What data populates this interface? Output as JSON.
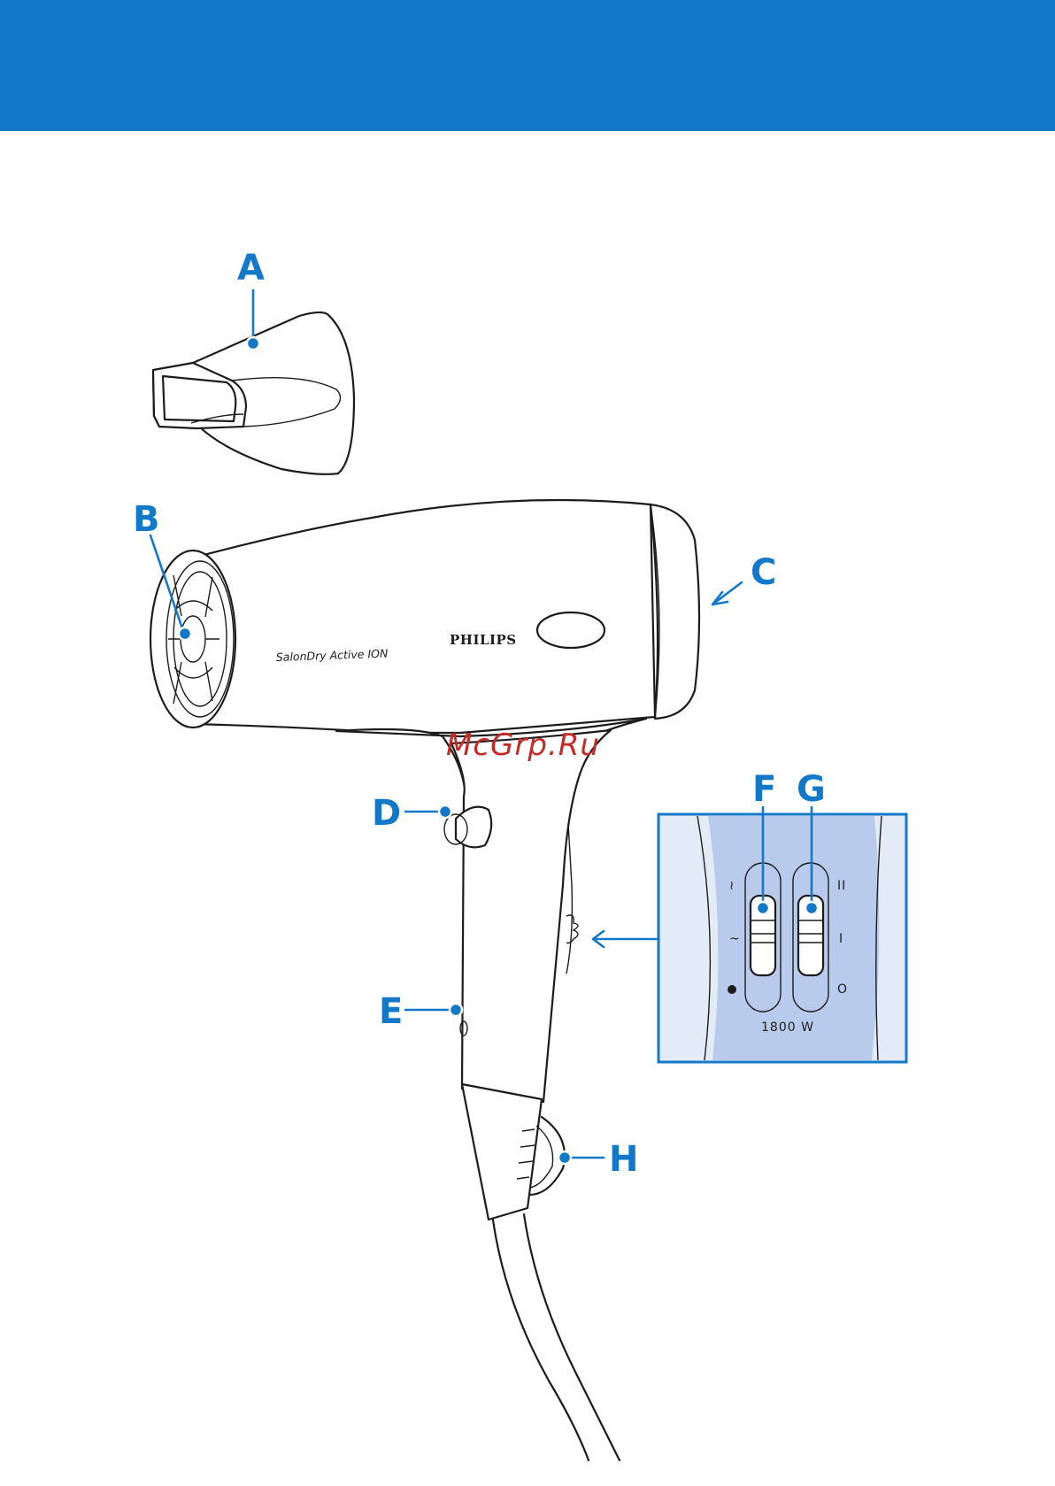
{
  "colors": {
    "header": "#1478c8",
    "accent": "#1478c8",
    "panel_bg": "#e3ebf7",
    "panel_mid": "#b8cbec",
    "watermark": "#c42b28"
  },
  "callouts": {
    "a": "A",
    "b": "B",
    "c": "C",
    "d": "D",
    "e": "E",
    "f": "F",
    "g": "G",
    "h": "H"
  },
  "dryer": {
    "brand": "PHILIPS",
    "model": "SalonDry Active  ION"
  },
  "control_panel": {
    "power": "1800 W",
    "speed_high": "II",
    "speed_low": "I",
    "speed_off": "O"
  },
  "watermark": {
    "text": "McGrp.Ru"
  }
}
